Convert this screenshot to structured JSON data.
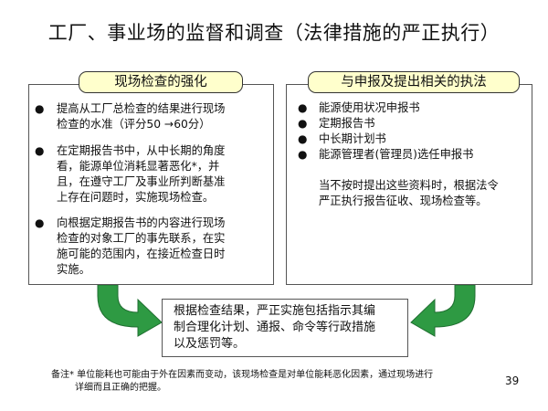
{
  "slide": {
    "title": "工厂、事业场的监督和调查（法律措施的严正执行）",
    "page_number": "39"
  },
  "left_panel": {
    "header": "现场检查的强化",
    "items": [
      {
        "lines": [
          "提高从工厂总检查的结果进行现场",
          "检查的水准（评分50 →60分）"
        ]
      },
      {
        "lines": [
          "在定期报告书中，从中长期的角度",
          "看，能源单位消耗显著恶化*，并",
          "且，在遵守工厂及事业所判断基准",
          "上存在问题时，实施现场检查。"
        ]
      },
      {
        "lines": [
          "向根据定期报告书的内容进行现场",
          "检查的对象工厂的事先联系，在实",
          "施可能的范围内，在接近检查日时",
          "实施。"
        ]
      }
    ]
  },
  "right_panel": {
    "header": "与申报及提出相关的执法",
    "items": [
      "能源使用状况申报书",
      "定期报告书",
      "中长期计划书",
      "能源管理者(管理员)选任申报书"
    ],
    "paragraph_lines": [
      "当不按时提出这些资料时，根据法令",
      "严正执行报告征收、现场检查等。"
    ]
  },
  "result_box": {
    "lines": [
      "根据检查结果，严正实施包括指示其编",
      "制合理化计划、通报、命令等行政措施",
      "以及惩罚等。"
    ]
  },
  "footnote": {
    "line1": "备注*  单位能耗也可能由于外在因素而变动，该现场检查是对单位能耗恶化因素，通过现场进行",
    "line2": "详细而且正确的把握。"
  },
  "colors": {
    "header_fill": "#ffffcc",
    "arrow_green": "#2e9a43"
  }
}
